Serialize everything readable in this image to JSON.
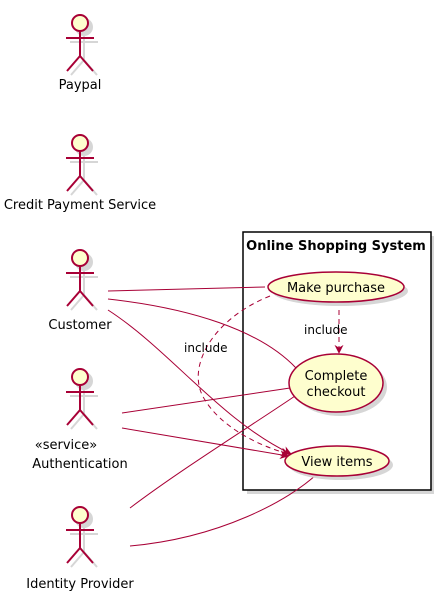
{
  "colors": {
    "actor_fill": "#FEFECE",
    "line": "#A80036",
    "usecase_fill": "#FEFECE",
    "shadow": "#d6d6d6",
    "text": "#000000"
  },
  "actors": {
    "paypal": {
      "label": "Paypal"
    },
    "credit_payment_service": {
      "label": "Credit Payment Service"
    },
    "customer": {
      "label": "Customer"
    },
    "authentication": {
      "stereotype": "«service»",
      "label": "Authentication"
    },
    "identity_provider": {
      "label": "Identity Provider"
    }
  },
  "system": {
    "title": "Online Shopping System"
  },
  "usecases": {
    "make_purchase": {
      "label": "Make purchase"
    },
    "complete_checkout": {
      "label_line1": "Complete",
      "label_line2": "checkout"
    },
    "view_items": {
      "label": "View items"
    }
  },
  "relations": {
    "include_checkout": "include",
    "include_view_items": "include"
  }
}
